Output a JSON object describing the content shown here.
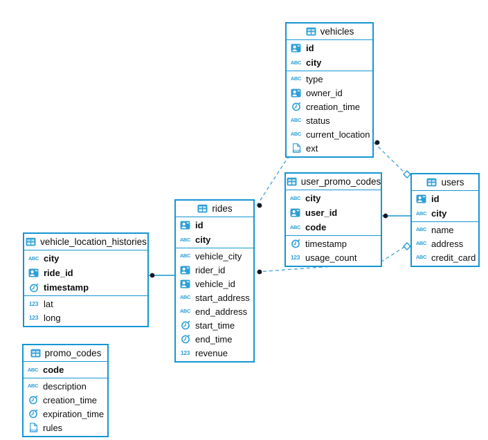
{
  "diagram": {
    "type": "entity-relationship",
    "colors": {
      "table_border": "#1495d3",
      "accent_blue": "#2d9fd6",
      "dashed_line": "#4aa5da",
      "connector_dot": "#141821",
      "background": "#ffffff"
    },
    "tables": [
      {
        "id": "vehicles",
        "title": "vehicles",
        "primary_keys": [
          {
            "name": "id",
            "type": "uuid"
          },
          {
            "name": "city",
            "type": "string"
          }
        ],
        "fields": [
          {
            "name": "type",
            "type": "string"
          },
          {
            "name": "owner_id",
            "type": "uuid"
          },
          {
            "name": "creation_time",
            "type": "time"
          },
          {
            "name": "status",
            "type": "string"
          },
          {
            "name": "current_location",
            "type": "string"
          },
          {
            "name": "ext",
            "type": "json"
          }
        ]
      },
      {
        "id": "user_promo_codes",
        "title": "user_promo_codes",
        "primary_keys": [
          {
            "name": "city",
            "type": "string"
          },
          {
            "name": "user_id",
            "type": "uuid"
          },
          {
            "name": "code",
            "type": "string"
          }
        ],
        "fields": [
          {
            "name": "timestamp",
            "type": "time"
          },
          {
            "name": "usage_count",
            "type": "number"
          }
        ]
      },
      {
        "id": "users",
        "title": "users",
        "primary_keys": [
          {
            "name": "id",
            "type": "uuid"
          },
          {
            "name": "city",
            "type": "string"
          }
        ],
        "fields": [
          {
            "name": "name",
            "type": "string"
          },
          {
            "name": "address",
            "type": "string"
          },
          {
            "name": "credit_card",
            "type": "string"
          }
        ]
      },
      {
        "id": "rides",
        "title": "rides",
        "primary_keys": [
          {
            "name": "id",
            "type": "uuid"
          },
          {
            "name": "city",
            "type": "string"
          }
        ],
        "fields": [
          {
            "name": "vehicle_city",
            "type": "string"
          },
          {
            "name": "rider_id",
            "type": "uuid"
          },
          {
            "name": "vehicle_id",
            "type": "uuid"
          },
          {
            "name": "start_address",
            "type": "string"
          },
          {
            "name": "end_address",
            "type": "string"
          },
          {
            "name": "start_time",
            "type": "time"
          },
          {
            "name": "end_time",
            "type": "time"
          },
          {
            "name": "revenue",
            "type": "number"
          }
        ]
      },
      {
        "id": "vehicle_location_histories",
        "title": "vehicle_location_histories",
        "primary_keys": [
          {
            "name": "city",
            "type": "string"
          },
          {
            "name": "ride_id",
            "type": "uuid"
          },
          {
            "name": "timestamp",
            "type": "time"
          }
        ],
        "fields": [
          {
            "name": "lat",
            "type": "number"
          },
          {
            "name": "long",
            "type": "number"
          }
        ]
      },
      {
        "id": "promo_codes",
        "title": "promo_codes",
        "primary_keys": [
          {
            "name": "code",
            "type": "string"
          }
        ],
        "fields": [
          {
            "name": "description",
            "type": "string"
          },
          {
            "name": "creation_time",
            "type": "time"
          },
          {
            "name": "expiration_time",
            "type": "time"
          },
          {
            "name": "rules",
            "type": "json"
          }
        ]
      }
    ],
    "icon_labels": {
      "string": "ABC",
      "number": "123",
      "json": "JSON"
    },
    "connections": [
      {
        "from": "vehicle_location_histories",
        "to": "rides",
        "style": "solid"
      },
      {
        "from": "rides",
        "to": "vehicles",
        "style": "dashed"
      },
      {
        "from": "vehicles",
        "to": "users",
        "style": "dashed"
      },
      {
        "from": "rides",
        "to": "users",
        "style": "dashed"
      },
      {
        "from": "user_promo_codes",
        "to": "users",
        "style": "solid"
      }
    ]
  }
}
